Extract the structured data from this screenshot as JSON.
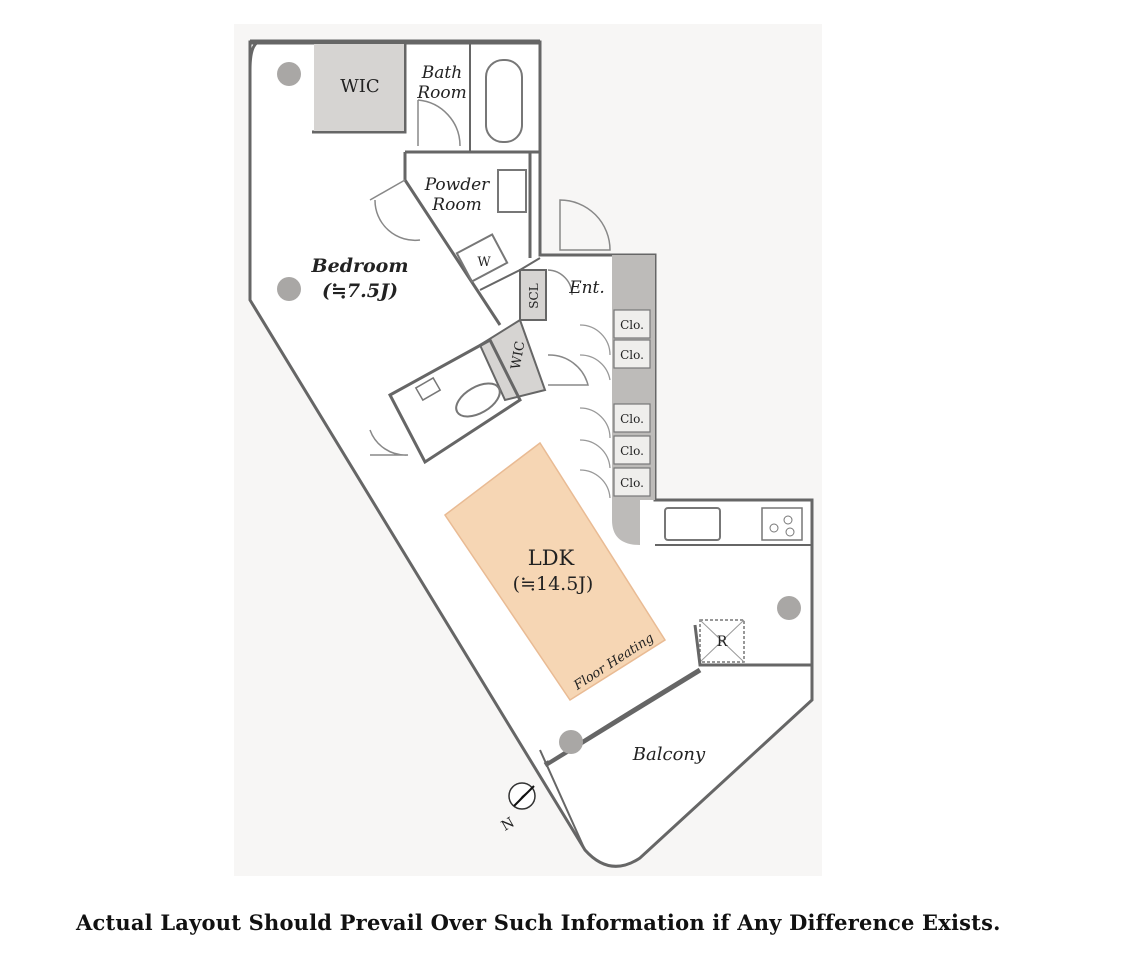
{
  "rooms": {
    "wic_top": "WIC",
    "bath_line1": "Bath",
    "bath_line2": "Room",
    "powder_line1": "Powder",
    "powder_line2": "Room",
    "washer": "W",
    "bedroom_name": "Bedroom",
    "bedroom_size": "(≒7.5J)",
    "scl": "SCL",
    "entrance": "Ent.",
    "wic_mid": "WIC",
    "closets": [
      "Clo.",
      "Clo.",
      "Clo.",
      "Clo.",
      "Clo."
    ],
    "ldk_name": "LDK",
    "ldk_size": "(≒14.5J)",
    "floor_heating": "Floor Heating",
    "refrigerator": "R",
    "balcony": "Balcony"
  },
  "compass": {
    "north": "N"
  },
  "disclaimer": "Actual Layout Should Prevail Over Such Information if Any Difference Exists.",
  "colors": {
    "wall_gray": "#c8c6c4",
    "wic_fill": "#d6d4d2",
    "pillar": "#a9a7a5",
    "floor_heating": "#f6d6b4",
    "line": "#555555"
  }
}
